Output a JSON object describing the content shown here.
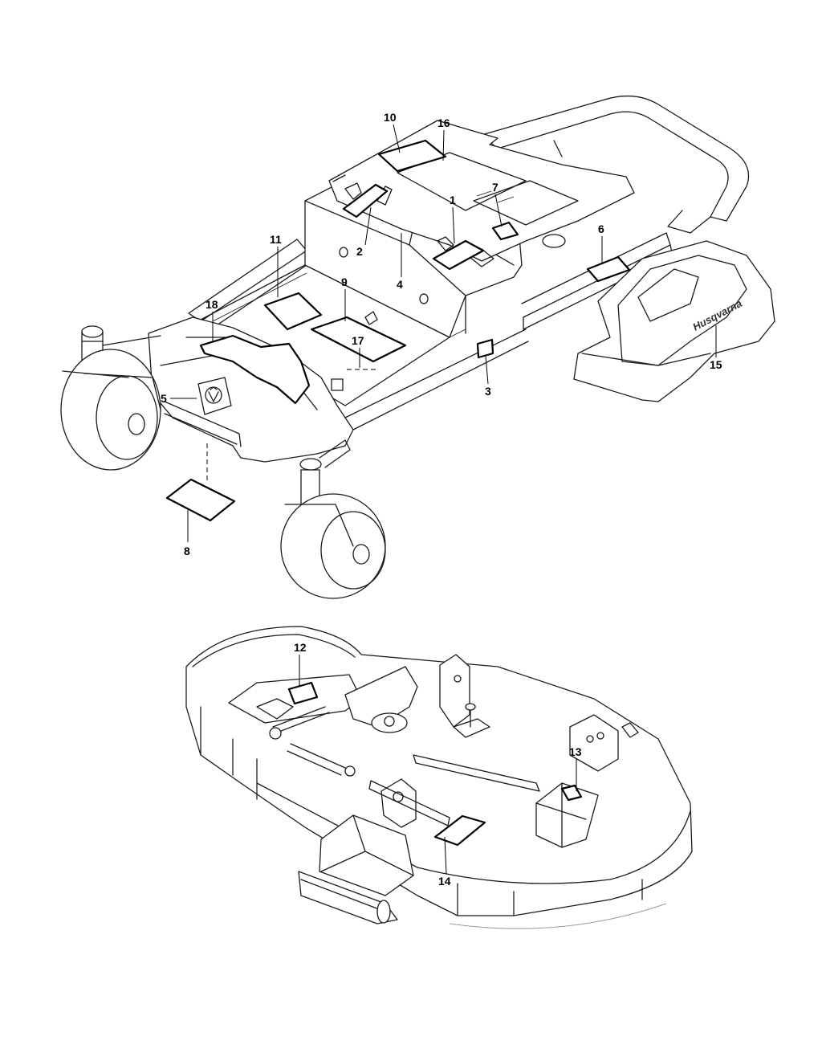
{
  "brand": {
    "logo_icon": "husqvarna-crown-logo-icon",
    "wordmark": "Husqvarna"
  },
  "callouts": {
    "c1": "1",
    "c2": "2",
    "c3": "3",
    "c4": "4",
    "c5": "5",
    "c6": "6",
    "c7": "7",
    "c8": "8",
    "c9": "9",
    "c10": "10",
    "c11": "11",
    "c12": "12",
    "c13": "13",
    "c14": "14",
    "c15": "15",
    "c16": "16",
    "c17": "17",
    "c18": "18"
  }
}
